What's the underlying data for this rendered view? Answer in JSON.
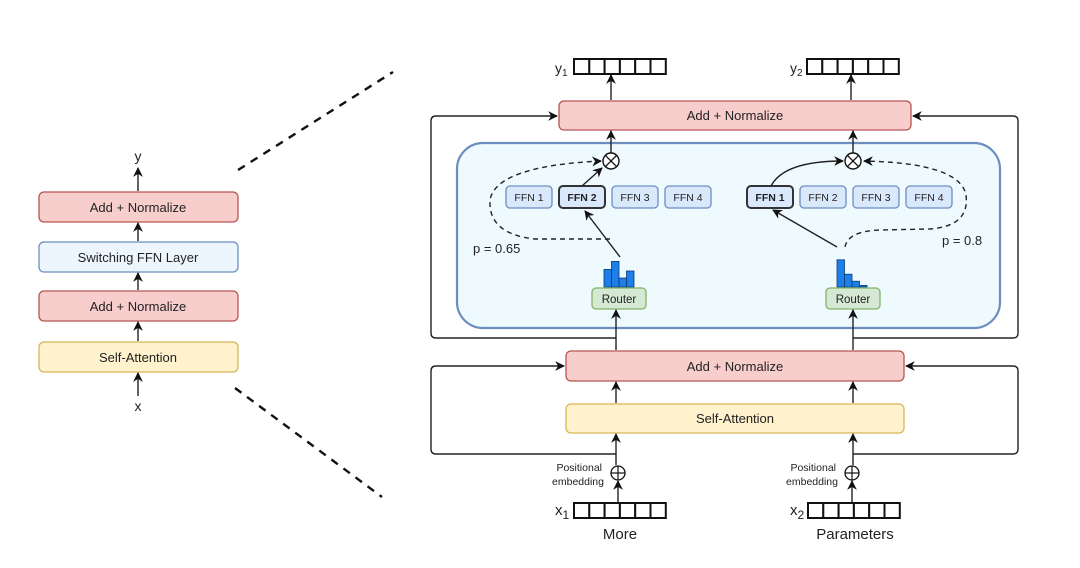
{
  "left_block": {
    "output_label": "y",
    "input_label": "x",
    "layers": [
      {
        "label": "Add + Normalize",
        "kind": "norm"
      },
      {
        "label": "Switching FFN Layer",
        "kind": "switch"
      },
      {
        "label": "Add + Normalize",
        "kind": "norm"
      },
      {
        "label": "Self-Attention",
        "kind": "attention"
      }
    ]
  },
  "right_block": {
    "top_norm_label": "Add + Normalize",
    "bottom_norm_label": "Add + Normalize",
    "attention_label": "Self-Attention",
    "outputs": [
      {
        "label": "y",
        "sub": "1"
      },
      {
        "label": "y",
        "sub": "2"
      }
    ],
    "inputs": [
      {
        "label": "x",
        "sub": "1",
        "word": "More"
      },
      {
        "label": "x",
        "sub": "2",
        "word": "Parameters"
      }
    ],
    "positional_embedding_label": [
      "Positional",
      "embedding"
    ],
    "tokens": [
      {
        "experts": [
          "FFN 1",
          "FFN 2",
          "FFN 3",
          "FFN 4"
        ],
        "selected_expert": 1,
        "router_label": "Router",
        "probability_label": "p = 0.65",
        "router_distribution": [
          0.55,
          0.8,
          0.28,
          0.5
        ]
      },
      {
        "experts": [
          "FFN 1",
          "FFN 2",
          "FFN 3",
          "FFN 4"
        ],
        "selected_expert": 0,
        "router_label": "Router",
        "probability_label": "p = 0.8",
        "router_distribution": [
          0.85,
          0.4,
          0.18,
          0.05
        ]
      }
    ],
    "multiply_symbol": "⊗",
    "add_symbol": "⊕",
    "vector_cells": 6
  },
  "colors": {
    "norm_fill": "#f8cecc",
    "switch_fill": "#dae8fc",
    "attention_fill": "#fff2cc",
    "router_fill": "#d5e8d4",
    "histogram_bar": "#1f7fe8"
  }
}
